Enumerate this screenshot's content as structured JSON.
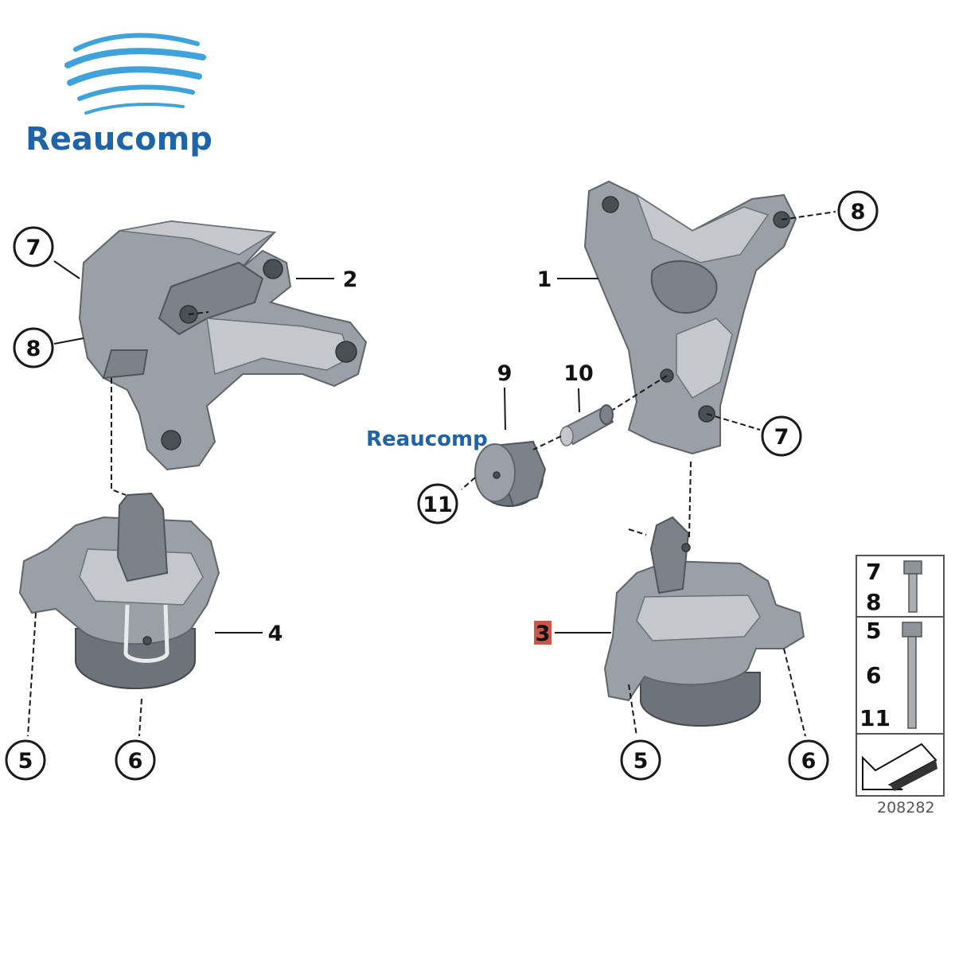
{
  "brand": {
    "name": "Reaucomp",
    "watermark": "Reaucomp",
    "colors": {
      "primary": "#1f63a8",
      "wave": "#3fa2dc"
    }
  },
  "callouts": {
    "left_bracket_7": "7",
    "left_bracket_8": "8",
    "left_bracket_2": "2",
    "left_mount_4": "4",
    "left_mount_5": "5",
    "left_mount_6": "6",
    "right_bracket_1": "1",
    "right_bracket_8": "8",
    "right_bracket_7": "7",
    "damper_9": "9",
    "sleeve_10": "10",
    "damper_11": "11",
    "right_mount_3": "3",
    "right_mount_5": "5",
    "right_mount_6": "6"
  },
  "highlight_color": "#c0392b",
  "legend": {
    "group_a": [
      "7",
      "8"
    ],
    "group_b": [
      "5",
      "6",
      "11"
    ]
  },
  "diagram_id": "208282"
}
